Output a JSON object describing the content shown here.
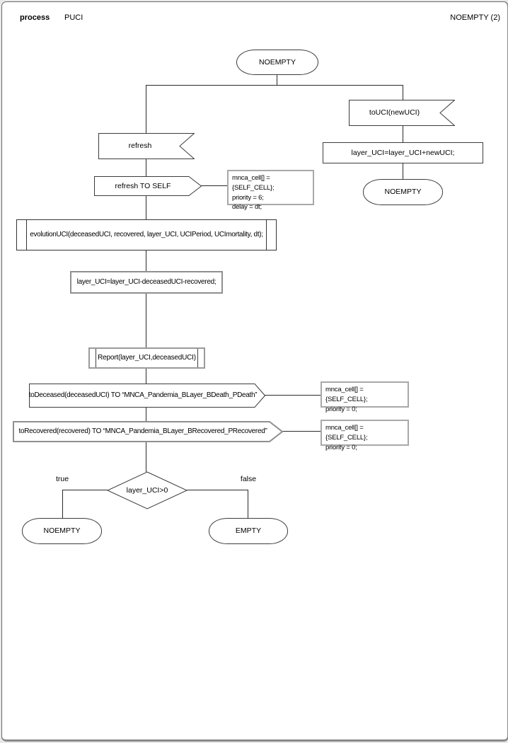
{
  "header": {
    "kind_label": "process",
    "process_name": "PUCI",
    "page_label": "NOEMPTY (2)"
  },
  "nodes": {
    "state_top": "NOEMPTY",
    "input_toUCI": "toUCI(newUCI)",
    "task_add": "layer_UCI=layer_UCI+newUCI;",
    "state_right": "NOEMPTY",
    "input_refresh": "refresh",
    "output_refresh_self": "refresh TO SELF",
    "comment_refresh": "mnca_cell[] = {SELF_CELL};\npriority = 6;\ndelay = dt;",
    "proc_evolution": "evolutionUCI(deceasedUCI, recovered, layer_UCI, UCIPeriod, UCImortality, dt);",
    "task_sub": "layer_UCI=layer_UCI-deceasedUCI-recovered;",
    "proc_report": "Report(layer_UCI,deceasedUCI)",
    "output_deceased": "toDeceased(deceasedUCI) TO “MNCA_Pandemia_BLayer_BDeath_PDeath”",
    "comment_deceased": "mnca_cell[] = {SELF_CELL};\npriority = 0;",
    "output_recovered": "toRecovered(recovered) TO “MNCA_Pandemia_BLayer_BRecovered_PRecovered”",
    "comment_recovered": "mnca_cell[] = {SELF_CELL};\npriority = 0;",
    "decision": "layer_UCI>0",
    "branch_true": "true",
    "branch_false": "false",
    "state_true": "NOEMPTY",
    "state_false": "EMPTY"
  },
  "colors": {
    "line": "#2a2a2a",
    "shape_stroke": "#3c3c3c",
    "gray_stroke": "#8f8f8f",
    "comment_border": "#a8a8a8",
    "background": "#ffffff"
  }
}
